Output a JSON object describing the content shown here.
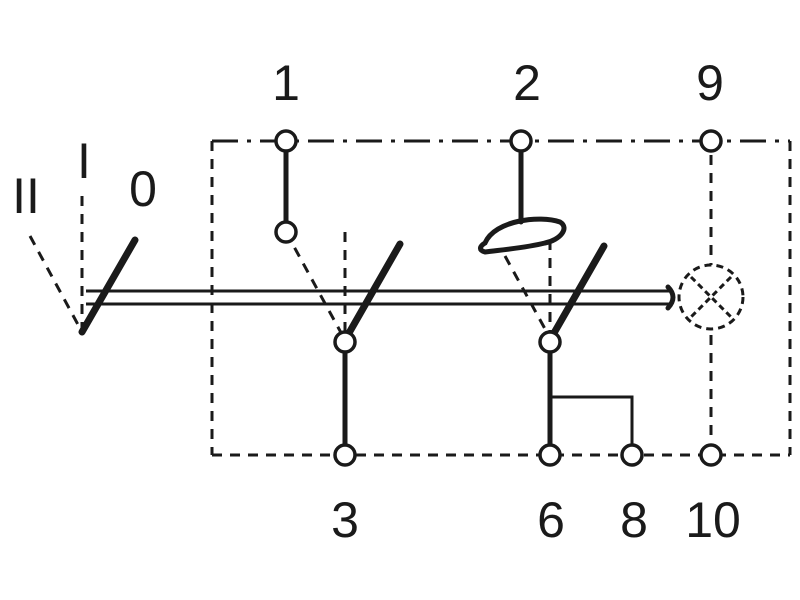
{
  "diagram": {
    "positions": {
      "pos_2": "II",
      "pos_1": "I",
      "pos_0": "0"
    },
    "terminals": {
      "t1": "1",
      "t2": "2",
      "t9": "9",
      "t3": "3",
      "t6": "6",
      "t8": "8",
      "t10": "10"
    },
    "colors": {
      "stroke": "#1a1a1a",
      "background": "#ffffff"
    }
  }
}
